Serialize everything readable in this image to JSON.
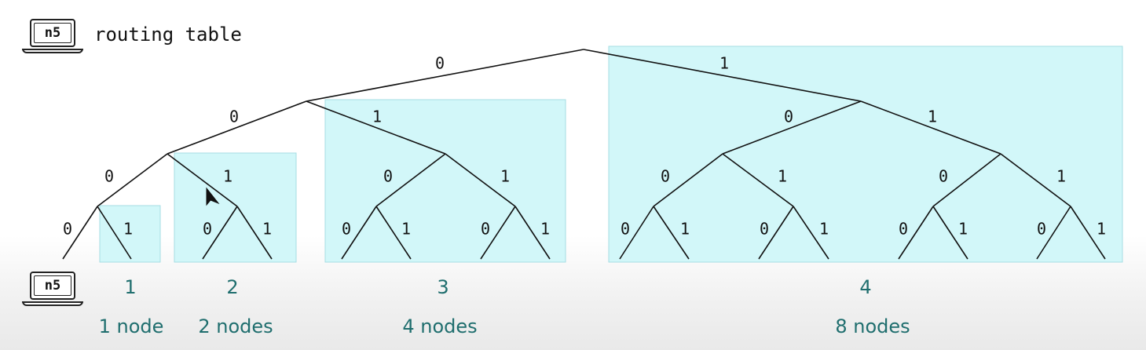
{
  "header": {
    "node_label": "n5",
    "title": "routing table"
  },
  "footer": {
    "node_label": "n5"
  },
  "colors": {
    "bucket_fill": "#d2f7f9",
    "bucket_stroke": "#a6dde3",
    "bucket_text": "#1f6e6e",
    "edge": "#111111"
  },
  "edge_labels": {
    "left": "0",
    "right": "1"
  },
  "buckets": [
    {
      "number": "1",
      "count": "1 node"
    },
    {
      "number": "2",
      "count": "2 nodes"
    },
    {
      "number": "3",
      "count": "4 nodes"
    },
    {
      "number": "4",
      "count": "8 nodes"
    }
  ]
}
